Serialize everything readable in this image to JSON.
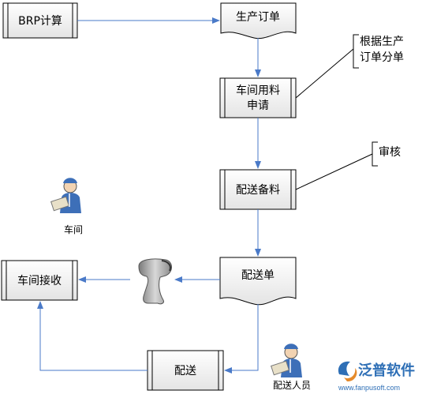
{
  "nodes": {
    "brp": "BRP计算",
    "production_order": "生产订单",
    "workshop_request_line1": "车间用料",
    "workshop_request_line2": "申请",
    "delivery_prep": "配送备料",
    "delivery_note": "配送单",
    "workshop_receive": "车间接收",
    "delivery": "配送"
  },
  "annotations": {
    "split_line1": "根据生产",
    "split_line2": "订单分单",
    "review": "审核"
  },
  "people": {
    "workshop": "车间",
    "delivery_staff": "配送人员"
  },
  "logo": {
    "name": "泛普软件",
    "url": "www.fanpusoft.com"
  },
  "colors": {
    "box_fill_top": "#ffffff",
    "box_fill_bottom": "#e6e6e6",
    "arrow": "#4a7ac8",
    "logo": "#2e6fb6"
  }
}
